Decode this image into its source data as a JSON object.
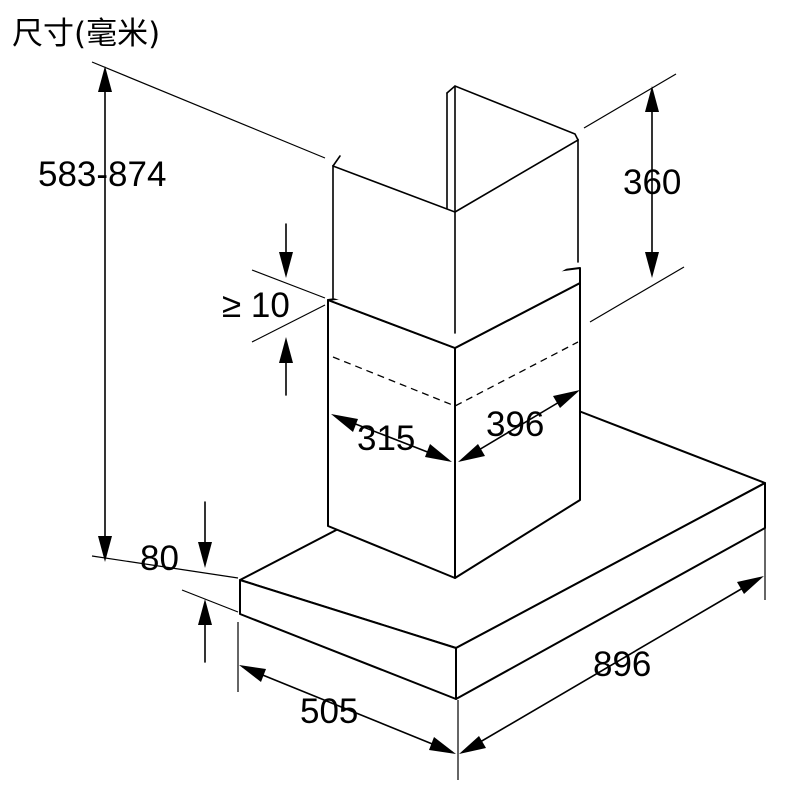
{
  "title": "尺寸(毫米)",
  "dimensions": {
    "total_height": "583-874",
    "chimney_upper": "360",
    "overlap_min": "≥ 10",
    "chimney_width": "315",
    "chimney_depth": "396",
    "canopy_height": "80",
    "canopy_depth": "505",
    "canopy_width": "896"
  }
}
